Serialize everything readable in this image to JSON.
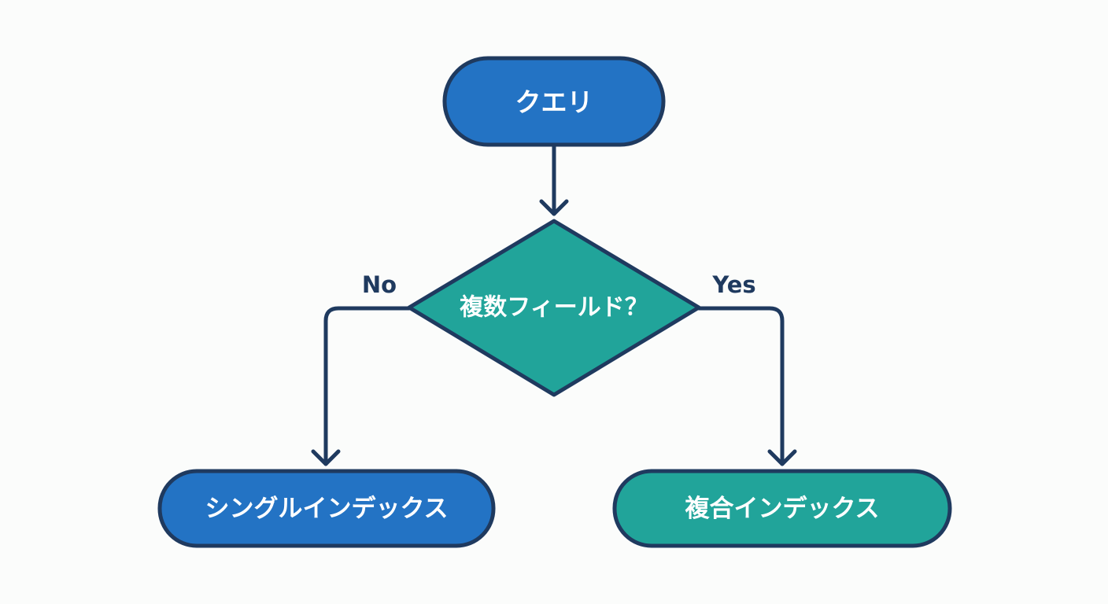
{
  "nodes": {
    "query": {
      "label": "クエリ",
      "shape": "terminal",
      "fill": "#2373c4"
    },
    "decision": {
      "label": "複数フィールド？",
      "shape": "decision",
      "fill": "#21a49a"
    },
    "single_index": {
      "label": "シングルインデックス",
      "shape": "terminal",
      "fill": "#2373c4"
    },
    "compound_index": {
      "label": "複合インデックス",
      "shape": "terminal",
      "fill": "#21a49a"
    }
  },
  "edges": {
    "query_to_decision": {
      "from": "query",
      "to": "decision",
      "label": ""
    },
    "no_branch": {
      "from": "decision",
      "to": "single_index",
      "label": "No"
    },
    "yes_branch": {
      "from": "decision",
      "to": "compound_index",
      "label": "Yes"
    }
  },
  "colors": {
    "outline": "#1f3a5f",
    "background": "#fbfcfb",
    "text": "#ffffff"
  }
}
